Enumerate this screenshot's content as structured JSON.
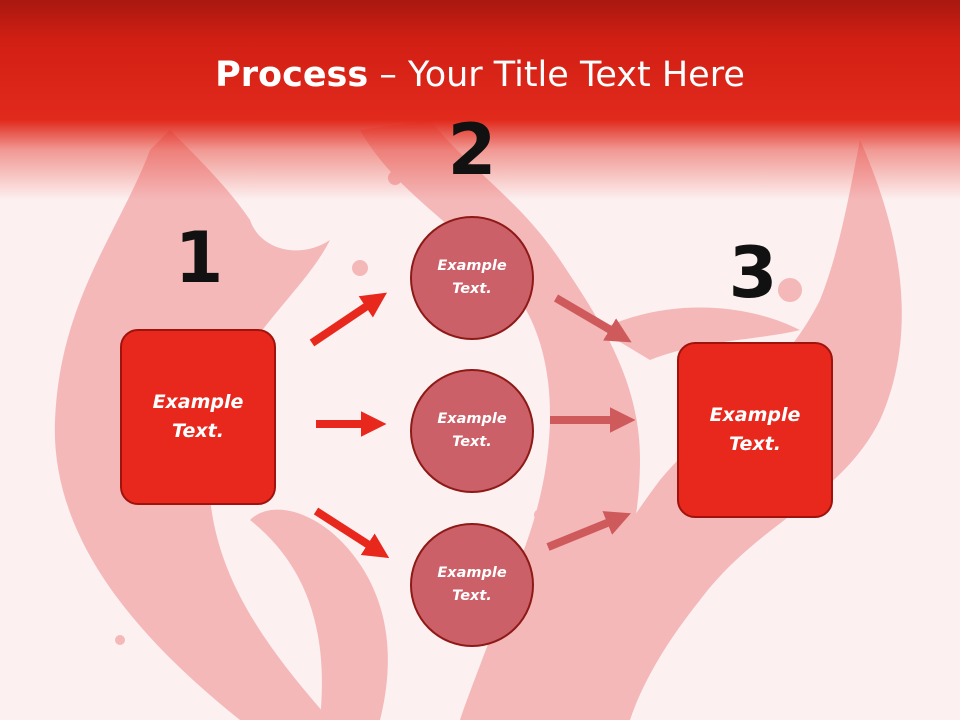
{
  "slide": {
    "title_bold": "Process",
    "title_rest": " – Your Title Text Here",
    "steps": [
      "1",
      "2",
      "3"
    ],
    "source_box": {
      "text": "Example Text."
    },
    "circles": [
      {
        "text": "Example Text."
      },
      {
        "text": "Example Text."
      },
      {
        "text": "Example Text."
      }
    ],
    "target_box": {
      "text": "Example Text."
    }
  },
  "colors": {
    "header_red": "#e12a1c",
    "box_fill": "#e8271d",
    "circle_fill": "#cc6068",
    "arrow_bright": "#e8271d",
    "arrow_muted": "#cf5a5c",
    "number_color": "#111111"
  }
}
